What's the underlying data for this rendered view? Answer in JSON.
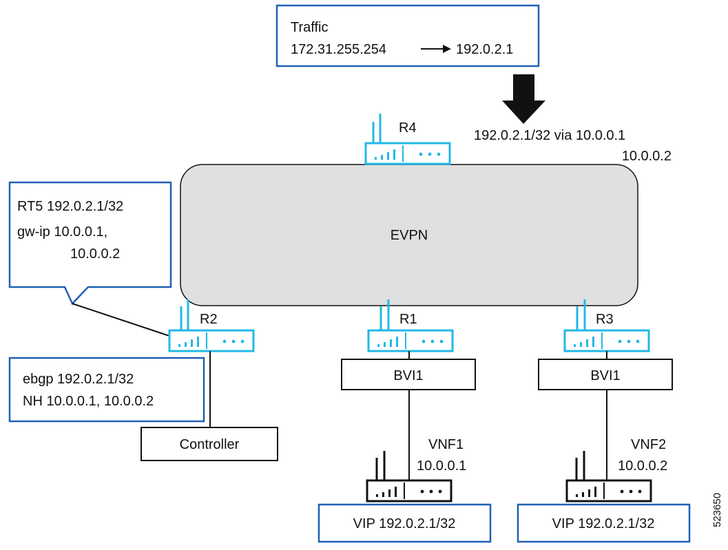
{
  "traffic": {
    "title": "Traffic",
    "source": "172.31.255.254",
    "destination": "192.0.2.1"
  },
  "route_at_r4": {
    "line1": "192.0.2.1/32 via 10.0.0.1",
    "line2": "10.0.0.2"
  },
  "evpn_label": "EVPN",
  "routers": {
    "r4": "R4",
    "r2": "R2",
    "r1": "R1",
    "r3": "R3"
  },
  "rt5_callout": {
    "line1": "RT5 192.0.2.1/32",
    "line2": "gw-ip 10.0.0.1,",
    "line3": "10.0.0.2"
  },
  "ebgp_box": {
    "line1": "ebgp 192.0.2.1/32",
    "line2": "NH 10.0.0.1, 10.0.0.2"
  },
  "controller_label": "Controller",
  "bvi_left": "BVI1",
  "bvi_right": "BVI1",
  "vnf1": {
    "name": "VNF1",
    "ip": "10.0.0.1"
  },
  "vnf2": {
    "name": "VNF2",
    "ip": "10.0.0.2"
  },
  "vip_left": "VIP 192.0.2.1/32",
  "vip_right": "VIP 192.0.2.1/32",
  "figure_id": "523650",
  "colors": {
    "blue_border": "#1f5fb4",
    "cyan_router": "#22b8e6",
    "evpn_fill": "#e0e0e0",
    "dark": "#111111"
  }
}
